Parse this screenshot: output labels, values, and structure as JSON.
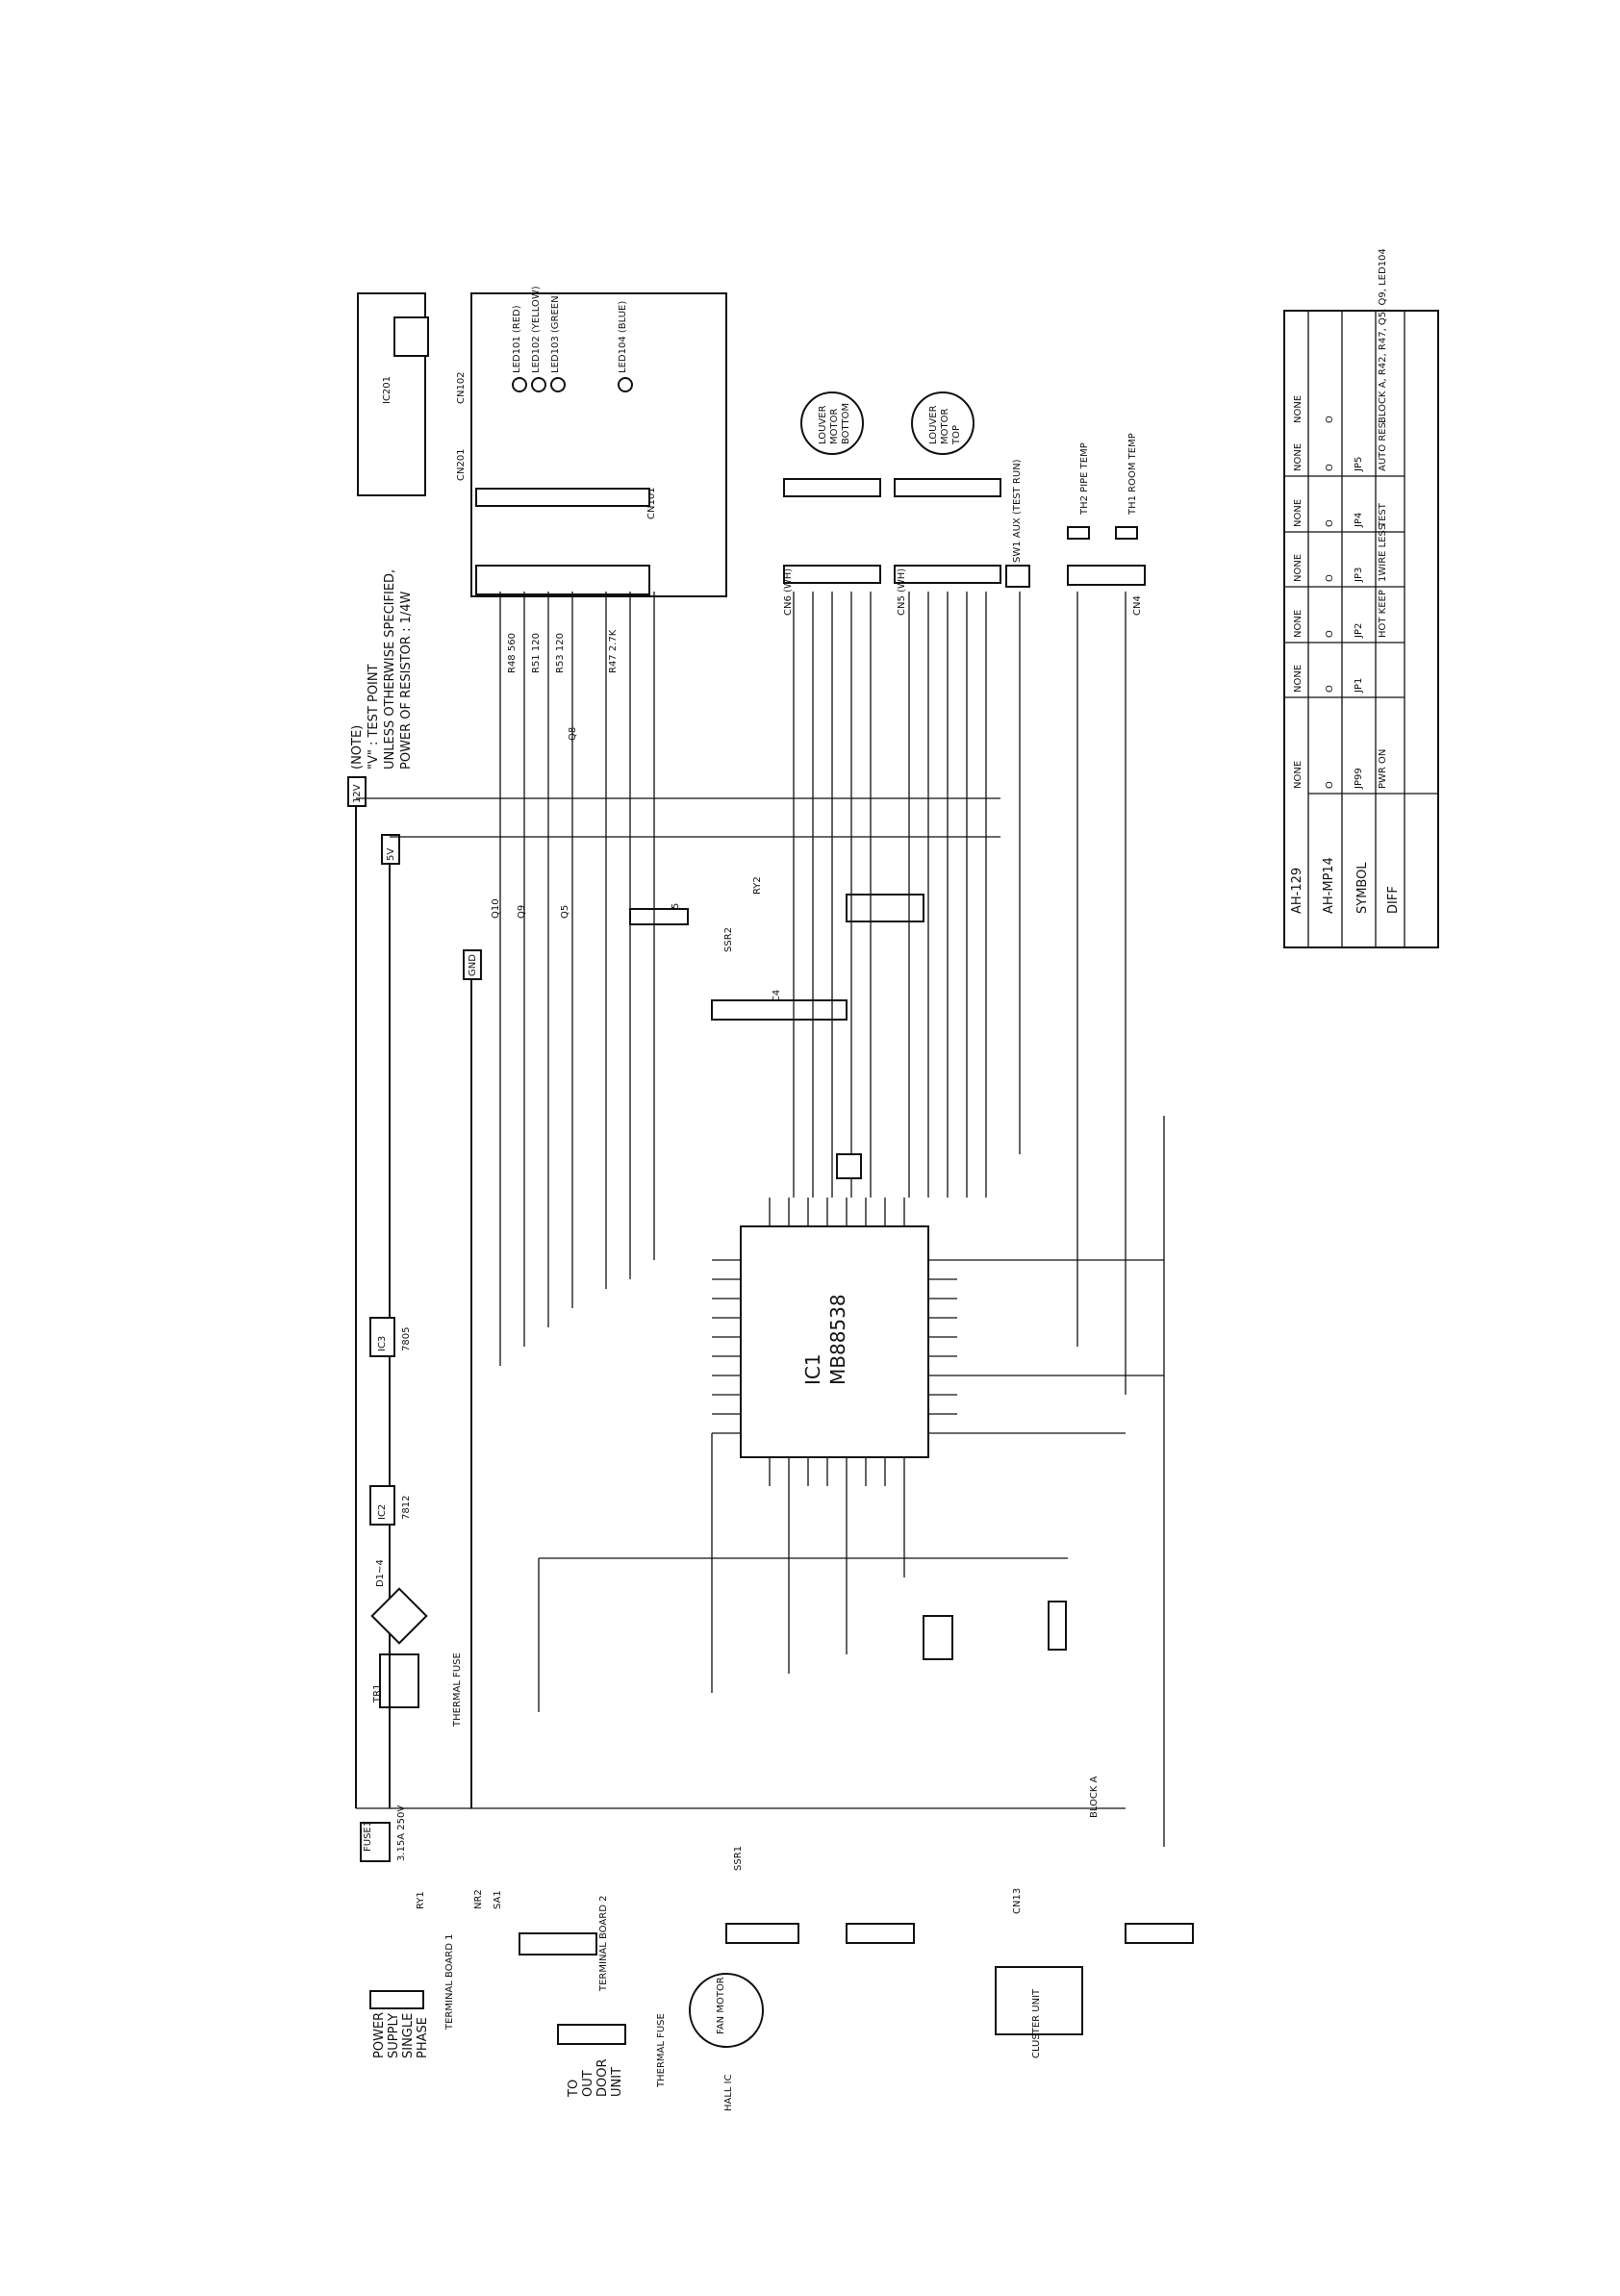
{
  "notes": {
    "heading": "(NOTE)",
    "line1": "\"V\" : TEST POINT",
    "line2": "UNLESS OTHERWISE SPECIFIED,",
    "line3": "POWER OF RESISTOR : 1/4W"
  },
  "ic": {
    "ref": "IC1",
    "part": "MB88538"
  },
  "rails": {
    "v12": "12V",
    "v5": "5V",
    "gnd": "GND"
  },
  "power": {
    "supply_lines": [
      "POWER",
      "SUPPLY",
      "SINGLE",
      "PHASE"
    ],
    "terminal_board_1": "TERMINAL BOARD 1",
    "terminal_board_2": "TERMINAL BOARD 2",
    "to_outdoor_lines": [
      "TO",
      "OUT",
      "DOOR",
      "UNIT"
    ],
    "thermal_fuse": "THERMAL FUSE",
    "fuse": "FUSE1",
    "fuse_rating": "3.15A 250V",
    "transformer": "TR1",
    "bridge": "D1~4",
    "reg_a": "IC2",
    "reg_a_part": "7812",
    "reg_b": "IC3",
    "reg_b_part": "7805",
    "varistor": "NR2",
    "relay": "RY1",
    "switch": "SA1"
  },
  "fan": {
    "motor": "FAN MOTOR",
    "hall": "HALL IC",
    "thermal_fuse": "THERMAL FUSE",
    "triac": "SSR1"
  },
  "cluster": {
    "label": "CLUSTER UNIT",
    "conn": "CN13",
    "block": "BLOCK A"
  },
  "louvers": [
    {
      "label_lines": [
        "LOUVER",
        "MOTOR",
        "BOTTOM"
      ],
      "conn": "CN6 (WH)"
    },
    {
      "label_lines": [
        "LOUVER",
        "MOTOR",
        "TOP"
      ],
      "conn": "CN5 (WH)"
    }
  ],
  "sensors": {
    "aux_switch": "SW1 AUX (TEST RUN)",
    "th2": "TH2 PIPE TEMP",
    "th1": "TH1 ROOM TEMP",
    "conn": "CN4"
  },
  "display": {
    "conn": "CN101",
    "leds": [
      "LED101 (RED)",
      "LED102 (YELLOW)",
      "LED103 (GREEN)",
      "LED104 (BLUE)"
    ],
    "receiver": "IC201",
    "receiver_conn": "CN201",
    "cn102": "CN102"
  },
  "components_right": {
    "r48": "R48 560",
    "r51": "R51 120",
    "r53": "R53 120",
    "r47": "R47 2.7K",
    "q8": "Q8",
    "q10": "Q10",
    "q9": "Q9",
    "q5": "Q5",
    "ic5": "IC5",
    "ic4": "IC4",
    "ssr": "SSR2",
    "ry": "RY2"
  },
  "options_table": {
    "model_a": "AH-129",
    "model_b": "AH-MP14",
    "symbol_label": "SYMBOL",
    "diff_label": "DIFF",
    "columns": [
      {
        "symbol": "JP99",
        "meaning": "PWR ON",
        "a": "NONE",
        "b": "O"
      },
      {
        "symbol": "JP1",
        "meaning": "",
        "a": "NONE",
        "b": "O"
      },
      {
        "symbol": "JP2",
        "meaning": "HOT KEEP",
        "a": "NONE",
        "b": "O"
      },
      {
        "symbol": "JP3",
        "meaning": "1WIRE LESS",
        "a": "NONE",
        "b": "O"
      },
      {
        "symbol": "JP4",
        "meaning": "TEST",
        "a": "NONE",
        "b": "O"
      },
      {
        "symbol": "JP5",
        "meaning": "AUTO RES.",
        "a": "NONE",
        "b": "O"
      }
    ],
    "diff_items": "BLOCK A, R42, R47, Q5, Q9, LED104",
    "none": "NONE",
    "o_mark": "O"
  }
}
